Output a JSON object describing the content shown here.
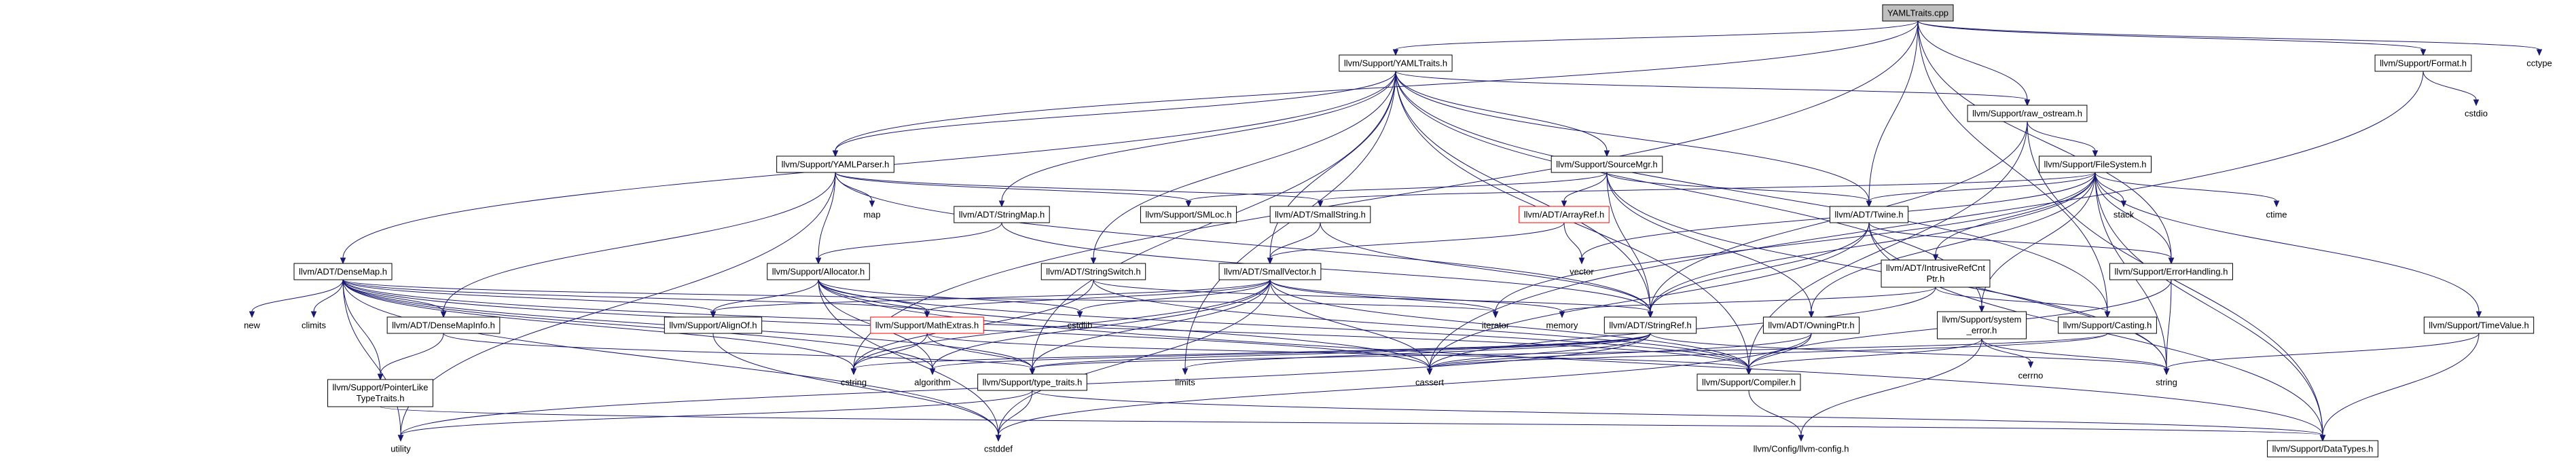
{
  "colors": {
    "edge": "#191970",
    "root_fill": "#bfbfbf",
    "node_border": "#000000",
    "truncated_border": "#ff0000"
  },
  "nodes": [
    {
      "id": "yamltraits_cpp",
      "label": "YAMLTraits.cpp",
      "style": "root"
    },
    {
      "id": "yamltraits_h",
      "label": "llvm/Support/YAMLTraits.h",
      "style": "box"
    },
    {
      "id": "format_h",
      "label": "llvm/Support/Format.h",
      "style": "box"
    },
    {
      "id": "cctype",
      "label": "cctype",
      "style": "plain"
    },
    {
      "id": "cstdio",
      "label": "cstdio",
      "style": "plain"
    },
    {
      "id": "raw_ostream_h",
      "label": "llvm/Support/raw_ostream.h",
      "style": "box"
    },
    {
      "id": "yamlparser_h",
      "label": "llvm/Support/YAMLParser.h",
      "style": "box"
    },
    {
      "id": "sourcemgr_h",
      "label": "llvm/Support/SourceMgr.h",
      "style": "box"
    },
    {
      "id": "filesystem_h",
      "label": "llvm/Support/FileSystem.h",
      "style": "box"
    },
    {
      "id": "map",
      "label": "map",
      "style": "plain"
    },
    {
      "id": "stringmap_h",
      "label": "llvm/ADT/StringMap.h",
      "style": "box"
    },
    {
      "id": "smloc_h",
      "label": "llvm/Support/SMLoc.h",
      "style": "box"
    },
    {
      "id": "smallstring_h",
      "label": "llvm/ADT/SmallString.h",
      "style": "box"
    },
    {
      "id": "arrayref_h",
      "label": "llvm/ADT/ArrayRef.h",
      "style": "red"
    },
    {
      "id": "twine_h",
      "label": "llvm/ADT/Twine.h",
      "style": "box"
    },
    {
      "id": "stack",
      "label": "stack",
      "style": "plain"
    },
    {
      "id": "ctime",
      "label": "ctime",
      "style": "plain"
    },
    {
      "id": "densemap_h",
      "label": "llvm/ADT/DenseMap.h",
      "style": "box"
    },
    {
      "id": "allocator_h",
      "label": "llvm/Support/Allocator.h",
      "style": "box"
    },
    {
      "id": "stringswitch_h",
      "label": "llvm/ADT/StringSwitch.h",
      "style": "box"
    },
    {
      "id": "smallvector_h",
      "label": "llvm/ADT/SmallVector.h",
      "style": "box"
    },
    {
      "id": "vector",
      "label": "vector",
      "style": "plain"
    },
    {
      "id": "intrusiverefcntptr_h",
      "label": "llvm/ADT/IntrusiveRefCntPtr.h",
      "style": "box"
    },
    {
      "id": "errorhandling_h",
      "label": "llvm/Support/ErrorHandling.h",
      "style": "box"
    },
    {
      "id": "timevalue_h",
      "label": "llvm/Support/TimeValue.h",
      "style": "box"
    },
    {
      "id": "new",
      "label": "new",
      "style": "plain"
    },
    {
      "id": "climits",
      "label": "climits",
      "style": "plain"
    },
    {
      "id": "densemapinfo_h",
      "label": "llvm/ADT/DenseMapInfo.h",
      "style": "box"
    },
    {
      "id": "alignof_h",
      "label": "llvm/Support/AlignOf.h",
      "style": "box"
    },
    {
      "id": "mathextras_h",
      "label": "llvm/Support/MathExtras.h",
      "style": "red"
    },
    {
      "id": "cstdlib",
      "label": "cstdlib",
      "style": "plain"
    },
    {
      "id": "iterator",
      "label": "iterator",
      "style": "plain"
    },
    {
      "id": "memory",
      "label": "memory",
      "style": "plain"
    },
    {
      "id": "stringref_h",
      "label": "llvm/ADT/StringRef.h",
      "style": "box"
    },
    {
      "id": "owningptr_h",
      "label": "llvm/ADT/OwningPtr.h",
      "style": "box"
    },
    {
      "id": "system_error_h",
      "label": "llvm/Support/system_error.h",
      "style": "box"
    },
    {
      "id": "casting_h",
      "label": "llvm/Support/Casting.h",
      "style": "box"
    },
    {
      "id": "pointerliketypetraits_h",
      "label": "llvm/Support/PointerLikeTypeTraits.h",
      "style": "box"
    },
    {
      "id": "cstring",
      "label": "cstring",
      "style": "plain"
    },
    {
      "id": "algorithm",
      "label": "algorithm",
      "style": "plain"
    },
    {
      "id": "type_traits_h",
      "label": "llvm/Support/type_traits.h",
      "style": "box"
    },
    {
      "id": "limits",
      "label": "limits",
      "style": "plain"
    },
    {
      "id": "cassert",
      "label": "cassert",
      "style": "plain"
    },
    {
      "id": "compiler_h",
      "label": "llvm/Support/Compiler.h",
      "style": "box"
    },
    {
      "id": "cerrno",
      "label": "cerrno",
      "style": "plain"
    },
    {
      "id": "string",
      "label": "string",
      "style": "plain"
    },
    {
      "id": "utility",
      "label": "utility",
      "style": "plain"
    },
    {
      "id": "cstddef",
      "label": "cstddef",
      "style": "plain"
    },
    {
      "id": "llvm_config_h",
      "label": "llvm/Config/llvm-config.h",
      "style": "plain"
    },
    {
      "id": "datatypes_h",
      "label": "llvm/Support/DataTypes.h",
      "style": "box"
    }
  ],
  "edges": [
    [
      "yamltraits_cpp",
      "yamltraits_h"
    ],
    [
      "yamltraits_cpp",
      "format_h"
    ],
    [
      "yamltraits_cpp",
      "cctype"
    ],
    [
      "yamltraits_cpp",
      "raw_ostream_h"
    ],
    [
      "yamltraits_cpp",
      "yamlparser_h"
    ],
    [
      "yamltraits_cpp",
      "twine_h"
    ],
    [
      "yamltraits_cpp",
      "casting_h"
    ],
    [
      "yamltraits_cpp",
      "errorhandling_h"
    ],
    [
      "yamltraits_cpp",
      "cstring"
    ],
    [
      "format_h",
      "cstdio"
    ],
    [
      "format_h",
      "cassert"
    ],
    [
      "yamltraits_h",
      "yamlparser_h"
    ],
    [
      "yamltraits_h",
      "raw_ostream_h"
    ],
    [
      "yamltraits_h",
      "sourcemgr_h"
    ],
    [
      "yamltraits_h",
      "twine_h"
    ],
    [
      "yamltraits_h",
      "densemap_h"
    ],
    [
      "yamltraits_h",
      "stringmap_h"
    ],
    [
      "yamltraits_h",
      "stringswitch_h"
    ],
    [
      "yamltraits_h",
      "smallvector_h"
    ],
    [
      "yamltraits_h",
      "stringref_h"
    ],
    [
      "yamltraits_h",
      "compiler_h"
    ],
    [
      "yamltraits_h",
      "casting_h"
    ],
    [
      "yamltraits_h",
      "system_error_h"
    ],
    [
      "yamltraits_h",
      "type_traits_h"
    ],
    [
      "yamltraits_h",
      "limits"
    ],
    [
      "raw_ostream_h",
      "filesystem_h"
    ],
    [
      "raw_ostream_h",
      "stringref_h"
    ],
    [
      "raw_ostream_h",
      "datatypes_h"
    ],
    [
      "raw_ostream_h",
      "compiler_h"
    ],
    [
      "yamlparser_h",
      "map"
    ],
    [
      "yamlparser_h",
      "smloc_h"
    ],
    [
      "yamlparser_h",
      "smallstring_h"
    ],
    [
      "yamlparser_h",
      "allocator_h"
    ],
    [
      "yamlparser_h",
      "stringref_h"
    ],
    [
      "yamlparser_h",
      "densemapinfo_h"
    ],
    [
      "yamlparser_h",
      "utility"
    ],
    [
      "sourcemgr_h",
      "arrayref_h"
    ],
    [
      "sourcemgr_h",
      "smloc_h"
    ],
    [
      "sourcemgr_h",
      "twine_h"
    ],
    [
      "sourcemgr_h",
      "stringref_h"
    ],
    [
      "sourcemgr_h",
      "string"
    ],
    [
      "sourcemgr_h",
      "owningptr_h"
    ],
    [
      "filesystem_h",
      "smallstring_h"
    ],
    [
      "filesystem_h",
      "twine_h"
    ],
    [
      "filesystem_h",
      "stack"
    ],
    [
      "filesystem_h",
      "ctime"
    ],
    [
      "filesystem_h",
      "intrusiverefcntptr_h"
    ],
    [
      "filesystem_h",
      "errorhandling_h"
    ],
    [
      "filesystem_h",
      "timevalue_h"
    ],
    [
      "filesystem_h",
      "system_error_h"
    ],
    [
      "filesystem_h",
      "datatypes_h"
    ],
    [
      "filesystem_h",
      "vector"
    ],
    [
      "filesystem_h",
      "iterator"
    ],
    [
      "filesystem_h",
      "string"
    ],
    [
      "filesystem_h",
      "owningptr_h"
    ],
    [
      "filesystem_h",
      "stringref_h"
    ],
    [
      "stringmap_h",
      "allocator_h"
    ],
    [
      "stringmap_h",
      "stringref_h"
    ],
    [
      "smallstring_h",
      "smallvector_h"
    ],
    [
      "smallstring_h",
      "stringref_h"
    ],
    [
      "arrayref_h",
      "smallvector_h"
    ],
    [
      "arrayref_h",
      "vector"
    ],
    [
      "twine_h",
      "stringref_h"
    ],
    [
      "twine_h",
      "errorhandling_h"
    ],
    [
      "twine_h",
      "datatypes_h"
    ],
    [
      "twine_h",
      "cassert"
    ],
    [
      "twine_h",
      "string"
    ],
    [
      "densemap_h",
      "densemapinfo_h"
    ],
    [
      "densemap_h",
      "alignof_h"
    ],
    [
      "densemap_h",
      "mathextras_h"
    ],
    [
      "densemap_h",
      "pointerliketypetraits_h"
    ],
    [
      "densemap_h",
      "type_traits_h"
    ],
    [
      "densemap_h",
      "new"
    ],
    [
      "densemap_h",
      "climits"
    ],
    [
      "densemap_h",
      "cstddef"
    ],
    [
      "densemap_h",
      "utility"
    ],
    [
      "densemap_h",
      "iterator"
    ],
    [
      "densemap_h",
      "algorithm"
    ],
    [
      "densemap_h",
      "cstring"
    ],
    [
      "densemap_h",
      "cassert"
    ],
    [
      "densemap_h",
      "compiler_h"
    ],
    [
      "allocator_h",
      "alignof_h"
    ],
    [
      "allocator_h",
      "mathextras_h"
    ],
    [
      "allocator_h",
      "datatypes_h"
    ],
    [
      "allocator_h",
      "cassert"
    ],
    [
      "allocator_h",
      "cstdlib"
    ],
    [
      "allocator_h",
      "cstddef"
    ],
    [
      "allocator_h",
      "algorithm"
    ],
    [
      "allocator_h",
      "compiler_h"
    ],
    [
      "stringswitch_h",
      "stringref_h"
    ],
    [
      "stringswitch_h",
      "cstring"
    ],
    [
      "stringswitch_h",
      "compiler_h"
    ],
    [
      "smallvector_h",
      "alignof_h"
    ],
    [
      "smallvector_h",
      "mathextras_h"
    ],
    [
      "smallvector_h",
      "type_traits_h"
    ],
    [
      "smallvector_h",
      "compiler_h"
    ],
    [
      "smallvector_h",
      "algorithm"
    ],
    [
      "smallvector_h",
      "cassert"
    ],
    [
      "smallvector_h",
      "cstddef"
    ],
    [
      "smallvector_h",
      "cstdlib"
    ],
    [
      "smallvector_h",
      "cstring"
    ],
    [
      "smallvector_h",
      "iterator"
    ],
    [
      "smallvector_h",
      "memory"
    ],
    [
      "intrusiverefcntptr_h",
      "casting_h"
    ],
    [
      "intrusiverefcntptr_h",
      "memory"
    ],
    [
      "intrusiverefcntptr_h",
      "cassert"
    ],
    [
      "errorhandling_h",
      "compiler_h"
    ],
    [
      "errorhandling_h",
      "string"
    ],
    [
      "timevalue_h",
      "datatypes_h"
    ],
    [
      "timevalue_h",
      "string"
    ],
    [
      "densemapinfo_h",
      "pointerliketypetraits_h"
    ],
    [
      "densemapinfo_h",
      "type_traits_h"
    ],
    [
      "alignof_h",
      "cstddef"
    ],
    [
      "mathextras_h",
      "type_traits_h"
    ],
    [
      "mathextras_h",
      "compiler_h"
    ],
    [
      "mathextras_h",
      "cstring"
    ],
    [
      "stringref_h",
      "type_traits_h"
    ],
    [
      "stringref_h",
      "algorithm"
    ],
    [
      "stringref_h",
      "cassert"
    ],
    [
      "stringref_h",
      "cstring"
    ],
    [
      "stringref_h",
      "limits"
    ],
    [
      "stringref_h",
      "string"
    ],
    [
      "stringref_h",
      "utility"
    ],
    [
      "owningptr_h",
      "compiler_h"
    ],
    [
      "owningptr_h",
      "cassert"
    ],
    [
      "owningptr_h",
      "cstddef"
    ],
    [
      "system_error_h",
      "compiler_h"
    ],
    [
      "system_error_h",
      "cerrno"
    ],
    [
      "system_error_h",
      "string"
    ],
    [
      "system_error_h",
      "llvm_config_h"
    ],
    [
      "casting_h",
      "type_traits_h"
    ],
    [
      "casting_h",
      "cassert"
    ],
    [
      "pointerliketypetraits_h",
      "datatypes_h"
    ],
    [
      "type_traits_h",
      "datatypes_h"
    ],
    [
      "type_traits_h",
      "cstddef"
    ],
    [
      "type_traits_h",
      "utility"
    ],
    [
      "compiler_h",
      "llvm_config_h"
    ]
  ]
}
